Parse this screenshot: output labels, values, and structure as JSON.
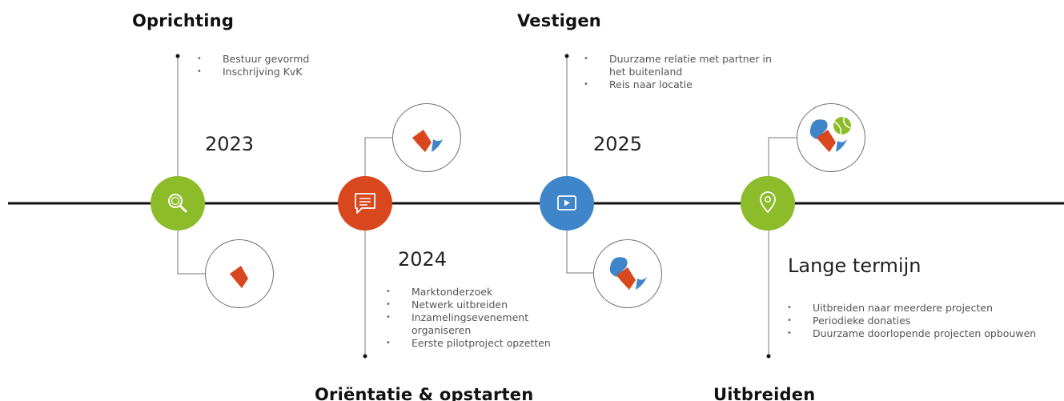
{
  "colors": {
    "green": "#8cbc2a",
    "orange_red": "#d9471f",
    "blue": "#3e86c9",
    "axis": "#111111",
    "connector": "#777777"
  },
  "phases": [
    {
      "title": "Oprichting",
      "year": "2023",
      "node_color": "#8cbc2a",
      "node_icon": "search-icon",
      "badge_icon": "red-flag-shape-icon",
      "bullets": [
        "Bestuur gevormd",
        "Inschrijving KvK"
      ]
    },
    {
      "title": "Oriëntatie & opstarten",
      "year": "2024",
      "node_color": "#d9471f",
      "node_icon": "chat-bubble-icon",
      "badge_icon": "red-blue-flag-shape-icon",
      "bullets": [
        "Marktonderzoek",
        "Netwerk uitbreiden",
        "Inzamelingsevenement organiseren",
        "Eerste pilotproject opzetten"
      ]
    },
    {
      "title": "Vestigen",
      "year": "2025",
      "node_color": "#3e86c9",
      "node_icon": "play-video-icon",
      "badge_icon": "heart-half-shape-icon",
      "bullets": [
        "Duurzame relatie met partner in het buitenland",
        "Reis naar locatie"
      ]
    },
    {
      "title": "Uitbreiden",
      "year": "Lange termijn",
      "node_color": "#8cbc2a",
      "node_icon": "location-pin-icon",
      "badge_icon": "heart-with-ball-icon",
      "bullets": [
        "Uitbreiden naar meerdere projecten",
        "Periodieke donaties",
        "Duurzame doorlopende projecten opbouwen"
      ]
    }
  ]
}
